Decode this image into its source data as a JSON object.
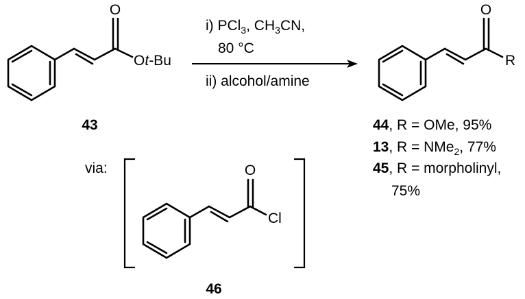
{
  "starting_material": {
    "carbonyl_o": "O",
    "ester_o": "O",
    "ester_tbu": "t",
    "ester_bu": "-Bu",
    "number": "43"
  },
  "conditions": {
    "step1_prefix": "i) PCl",
    "step1_sub": "3",
    "step1_mid": ", CH",
    "step1_sub2": "3",
    "step1_suffix": "CN,",
    "step1_temp": "80 °C",
    "step2": "ii) alcohol/amine"
  },
  "product": {
    "carbonyl_o": "O",
    "r_group": "R",
    "entries": [
      {
        "number": "44",
        "text": ", R = OMe, 95%"
      },
      {
        "number": "13",
        "text_pre": ", R = NMe",
        "text_sub": "2",
        "text_post": ", 77%"
      },
      {
        "number": "45",
        "text": ", R = morpholinyl,",
        "text_cont": "75%"
      }
    ]
  },
  "intermediate": {
    "via_label": "via:",
    "carbonyl_o": "O",
    "cl": "Cl",
    "number": "46"
  }
}
